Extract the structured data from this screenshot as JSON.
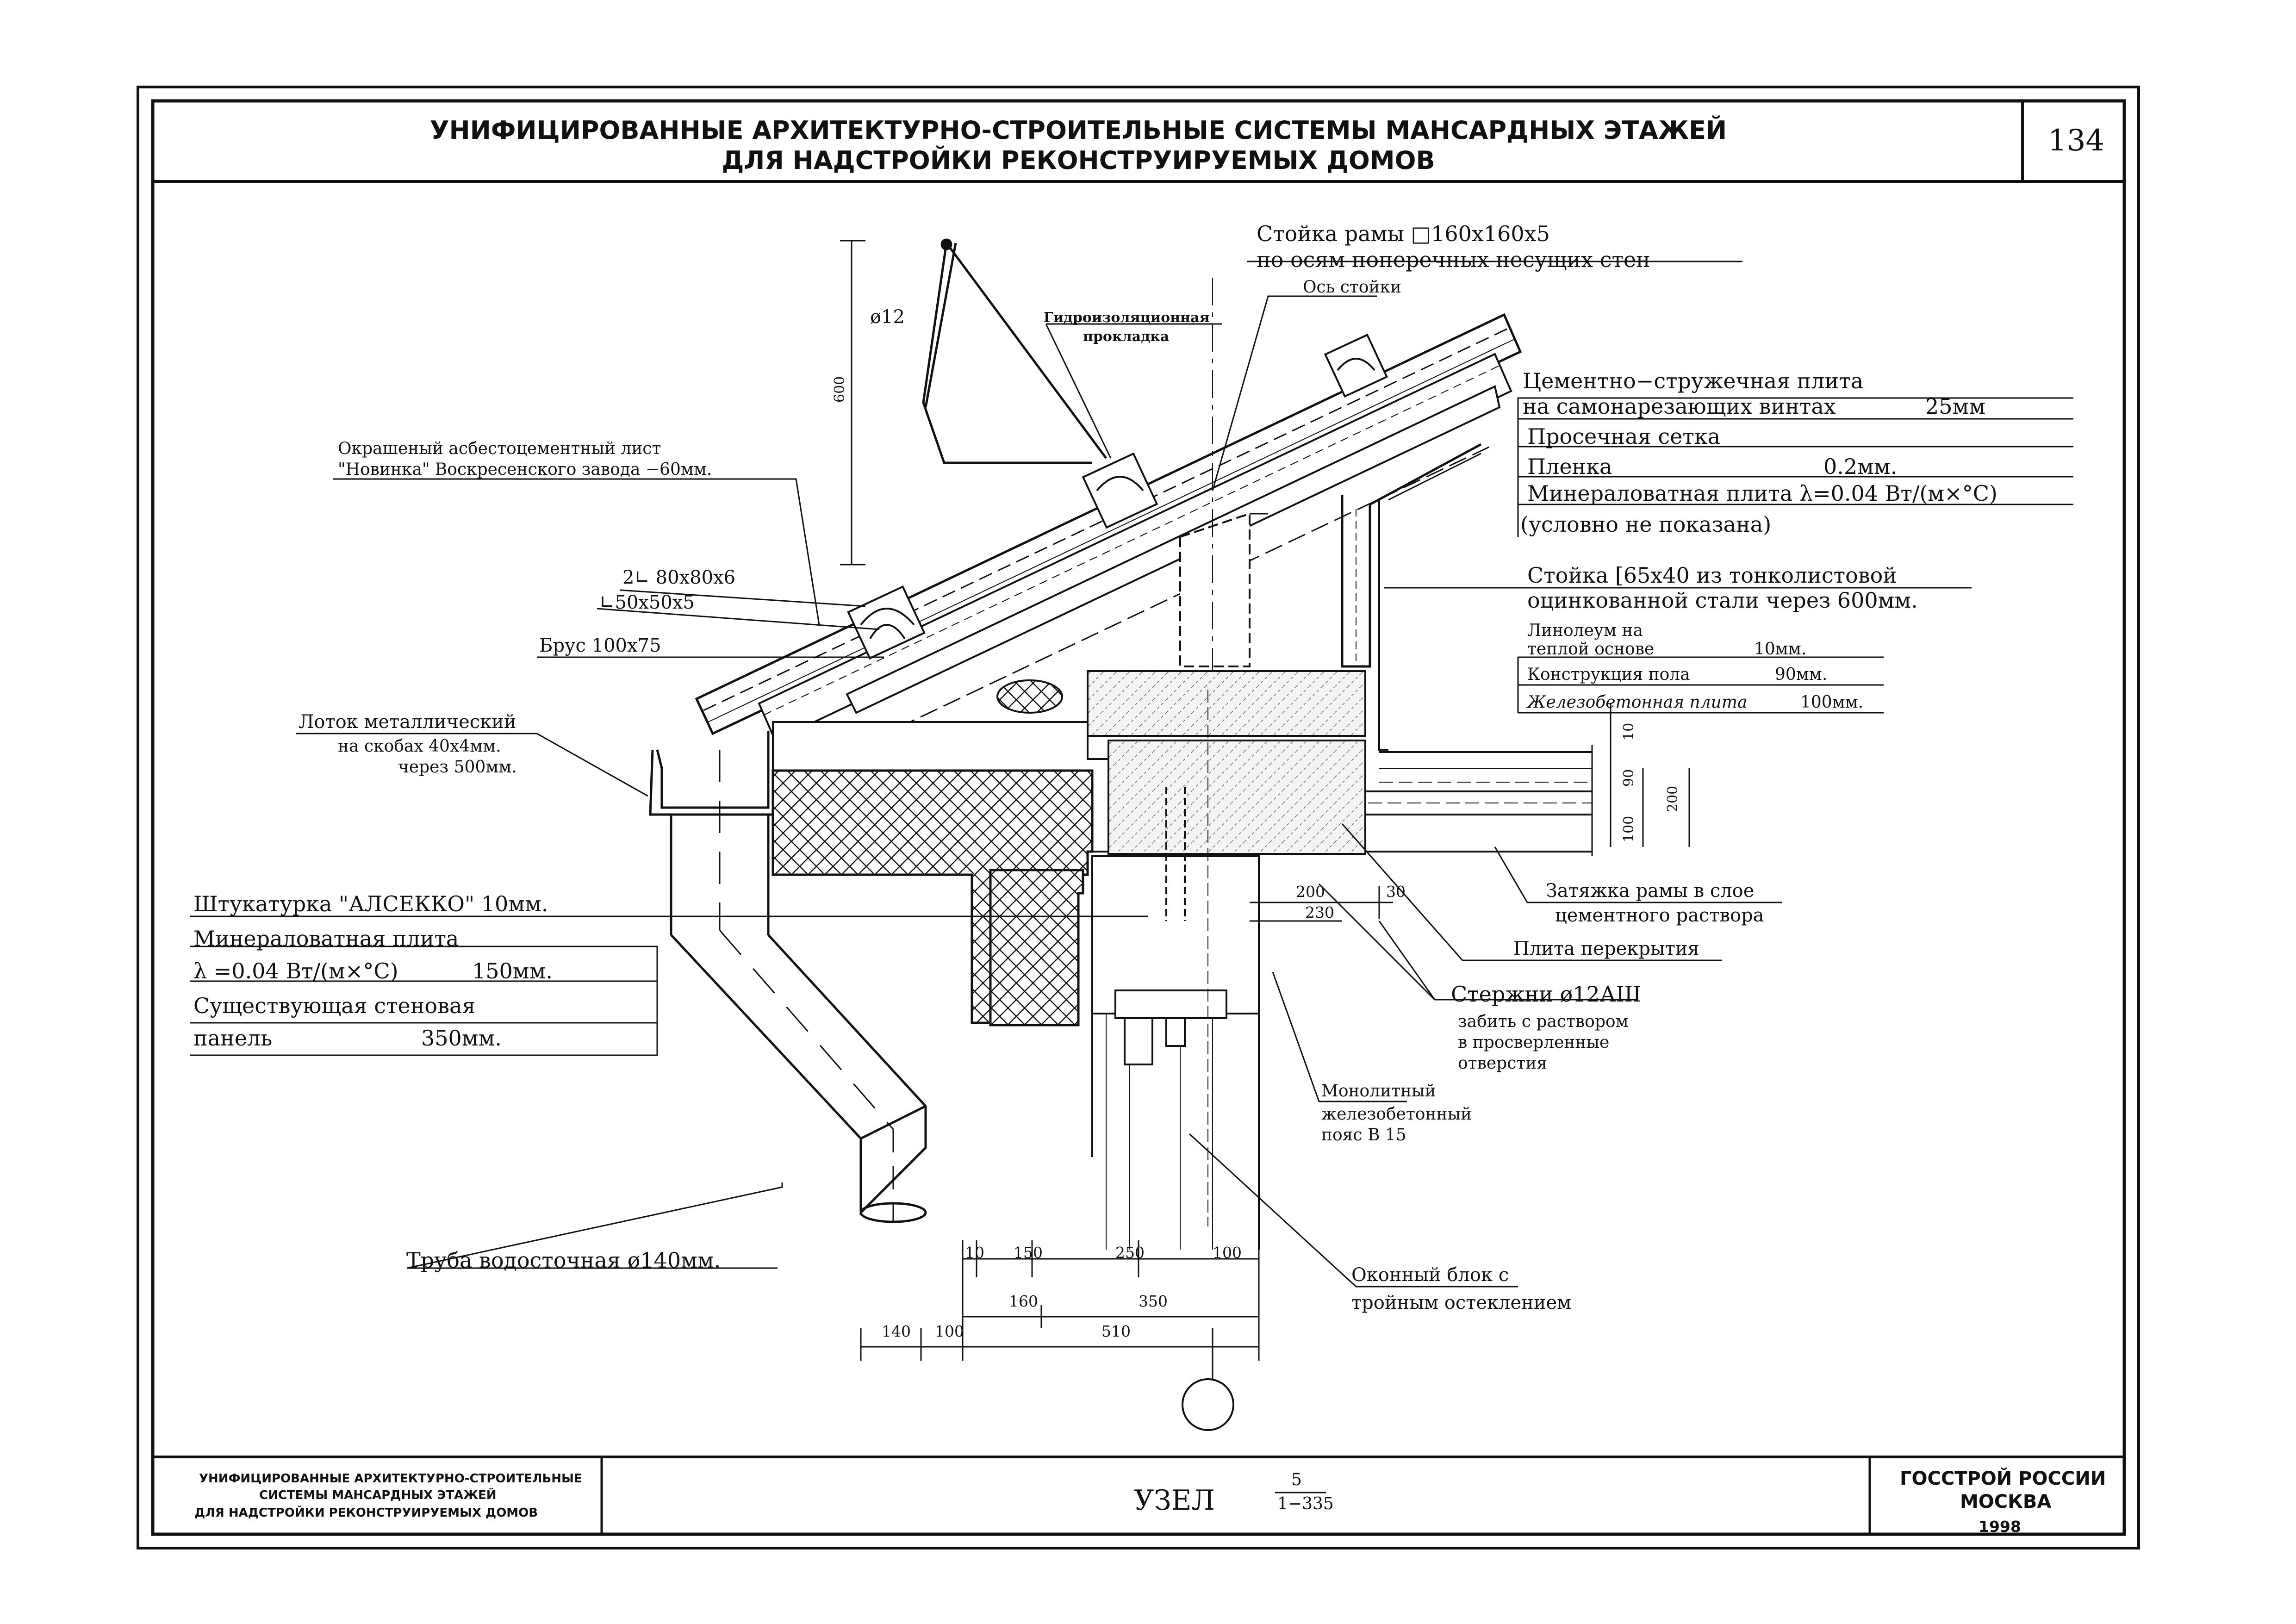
{
  "header": {
    "title_line1": "УНИФИЦИРОВАННЫЕ АРХИТЕКТУРНО-СТРОИТЕЛЬНЫЕ СИСТЕМЫ МАНСАРДНЫХ ЭТАЖЕЙ",
    "title_line2": "ДЛЯ НАДСТРОЙКИ РЕКОНСТРУИРУЕМЫХ ДОМОВ",
    "page_number": "134"
  },
  "labels": {
    "frame_post_1": "Стойка рамы □160x160x5",
    "frame_post_2": "по осям поперечных несущих стен",
    "post_axis": "Ось стойки",
    "waterproof_1": "Гидроизоляционная",
    "waterproof_2": "прокладка",
    "diam12": "ø12",
    "dim600": "600",
    "asbestos_1": "Окрашеный асбестоцементный лист",
    "asbestos_2": "\"Новинка\" Воскресенского завода −60мм.",
    "angle_2L": "2∟ 80x80x6",
    "angle_L": "∟50x50x5",
    "beam": "Брус 100x75",
    "tray_1": "Лоток металлический",
    "tray_2": "на скобах 40x4мм.",
    "tray_3": "через 500мм.",
    "cement_board_1": "Цементно−стружечная плита",
    "cement_board_2": "на самонарезающих винтах",
    "cement_board_3": "25мм",
    "mesh": "Просечная сетка",
    "film": "Пленка",
    "film_val": "0.2мм.",
    "mineral_roof": "Минераловатная плита  λ=0.04 Вт/(м×°С)",
    "not_shown": "(условно не показана)",
    "post_steel_1": "Стойка  [65x40 из тонколистовой",
    "post_steel_2": "оцинкованной стали через 600мм.",
    "linoleum_1": "Линолеум на",
    "linoleum_2": "теплой основе",
    "linoleum_val": "10мм.",
    "floor_constr": "Конструкция пола",
    "floor_constr_val": "90мм.",
    "rc_slab": "Железобетонная плита",
    "rc_slab_val": "100мм.",
    "plaster": "Штукатурка \"АЛСЕККО\"   10мм.",
    "mineral_wall_1": "Минераловатная плита",
    "mineral_wall_2": "λ =0.04 Вт/(м×°С)",
    "mineral_wall_val": "150мм.",
    "existing_1": "Существующая стеновая",
    "existing_2": "панель",
    "existing_val": "350мм.",
    "tie_1": "Затяжка рамы в слое",
    "tie_2": "цементного раствора",
    "floor_slab": "Плита перекрытия",
    "rods_1": "Стержни ø12АIII",
    "rods_2": "забить с раствором",
    "rods_3": "в просверленные",
    "rods_4": "отверстия",
    "belt_1": "Монолитный",
    "belt_2": "железобетонный",
    "belt_3": "пояс В 15",
    "pipe": "Труба водосточная ø140мм.",
    "window_1": "Оконный блок с",
    "window_2": "тройным остеклением"
  },
  "dims": {
    "d200": "200",
    "d30": "30",
    "d230": "230",
    "d10a": "10",
    "d90": "90",
    "d100a": "100",
    "d200v": "200",
    "b10": "10",
    "b150": "150",
    "b250": "250",
    "b100": "100",
    "b160": "160",
    "b350": "350",
    "b140": "140",
    "b100b": "100",
    "b510": "510"
  },
  "footer": {
    "left_1": "УНИФИЦИРОВАННЫЕ АРХИТЕКТУРНО-СТРОИТЕЛЬНЫЕ",
    "left_2": "СИСТЕМЫ МАНСАРДНЫХ ЭТАЖЕЙ",
    "left_3": "ДЛЯ НАДСТРОЙКИ РЕКОНСТРУИРУЕМЫХ ДОМОВ",
    "node_label": "УЗЕЛ",
    "node_num": "5",
    "node_sheet": "1−335",
    "org_1": "ГОССТРОЙ РОССИИ",
    "org_2": "МОСКВА",
    "year": "1998"
  }
}
